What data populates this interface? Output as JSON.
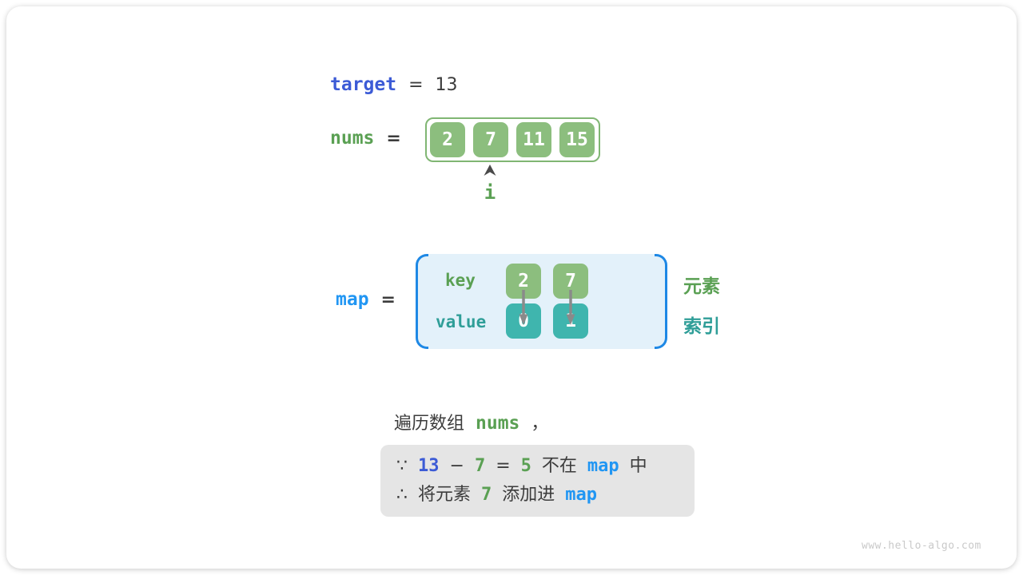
{
  "colors": {
    "green_fill": "#8CBE7E",
    "green_border": "#80B673",
    "green_text": "#5AA053",
    "teal_fill": "#3FB5AE",
    "teal_text": "#2F9E98",
    "target_blue": "#3C5BD6",
    "map_blue": "#2196F3",
    "dark_text": "#3C3C3C",
    "map_bg": "#E3F1FA",
    "bracket_blue": "#1E88E5",
    "note_bg": "#E5E5E5",
    "arrow_gray": "#8A8A8A",
    "watermark_gray": "#C9C9C9"
  },
  "target_row": {
    "label": "target",
    "equals": "=",
    "value": "13"
  },
  "nums_row": {
    "label": "nums",
    "equals": "=",
    "cells": [
      "2",
      "7",
      "11",
      "15"
    ],
    "pointer": "i"
  },
  "map_row": {
    "label": "map",
    "equals": "=",
    "key_label": "key",
    "value_label": "value",
    "keys": [
      "2",
      "7"
    ],
    "values": [
      "0",
      "1"
    ],
    "element_label": "元素",
    "index_label": "索引"
  },
  "caption": {
    "prefix": "遍历数组",
    "code": "nums",
    "comma": "，"
  },
  "note": {
    "because_symbol": "∵",
    "therefore_symbol": "∴",
    "line1": {
      "minuend": "13",
      "minus": "−",
      "subtrahend": "7",
      "equals": "=",
      "difference": "5",
      "not_in": "不在",
      "map": "map",
      "suffix": "中"
    },
    "line2": {
      "prefix": "将元素",
      "element": "7",
      "action": "添加进",
      "map": "map"
    }
  },
  "watermark": "www.hello-algo.com"
}
